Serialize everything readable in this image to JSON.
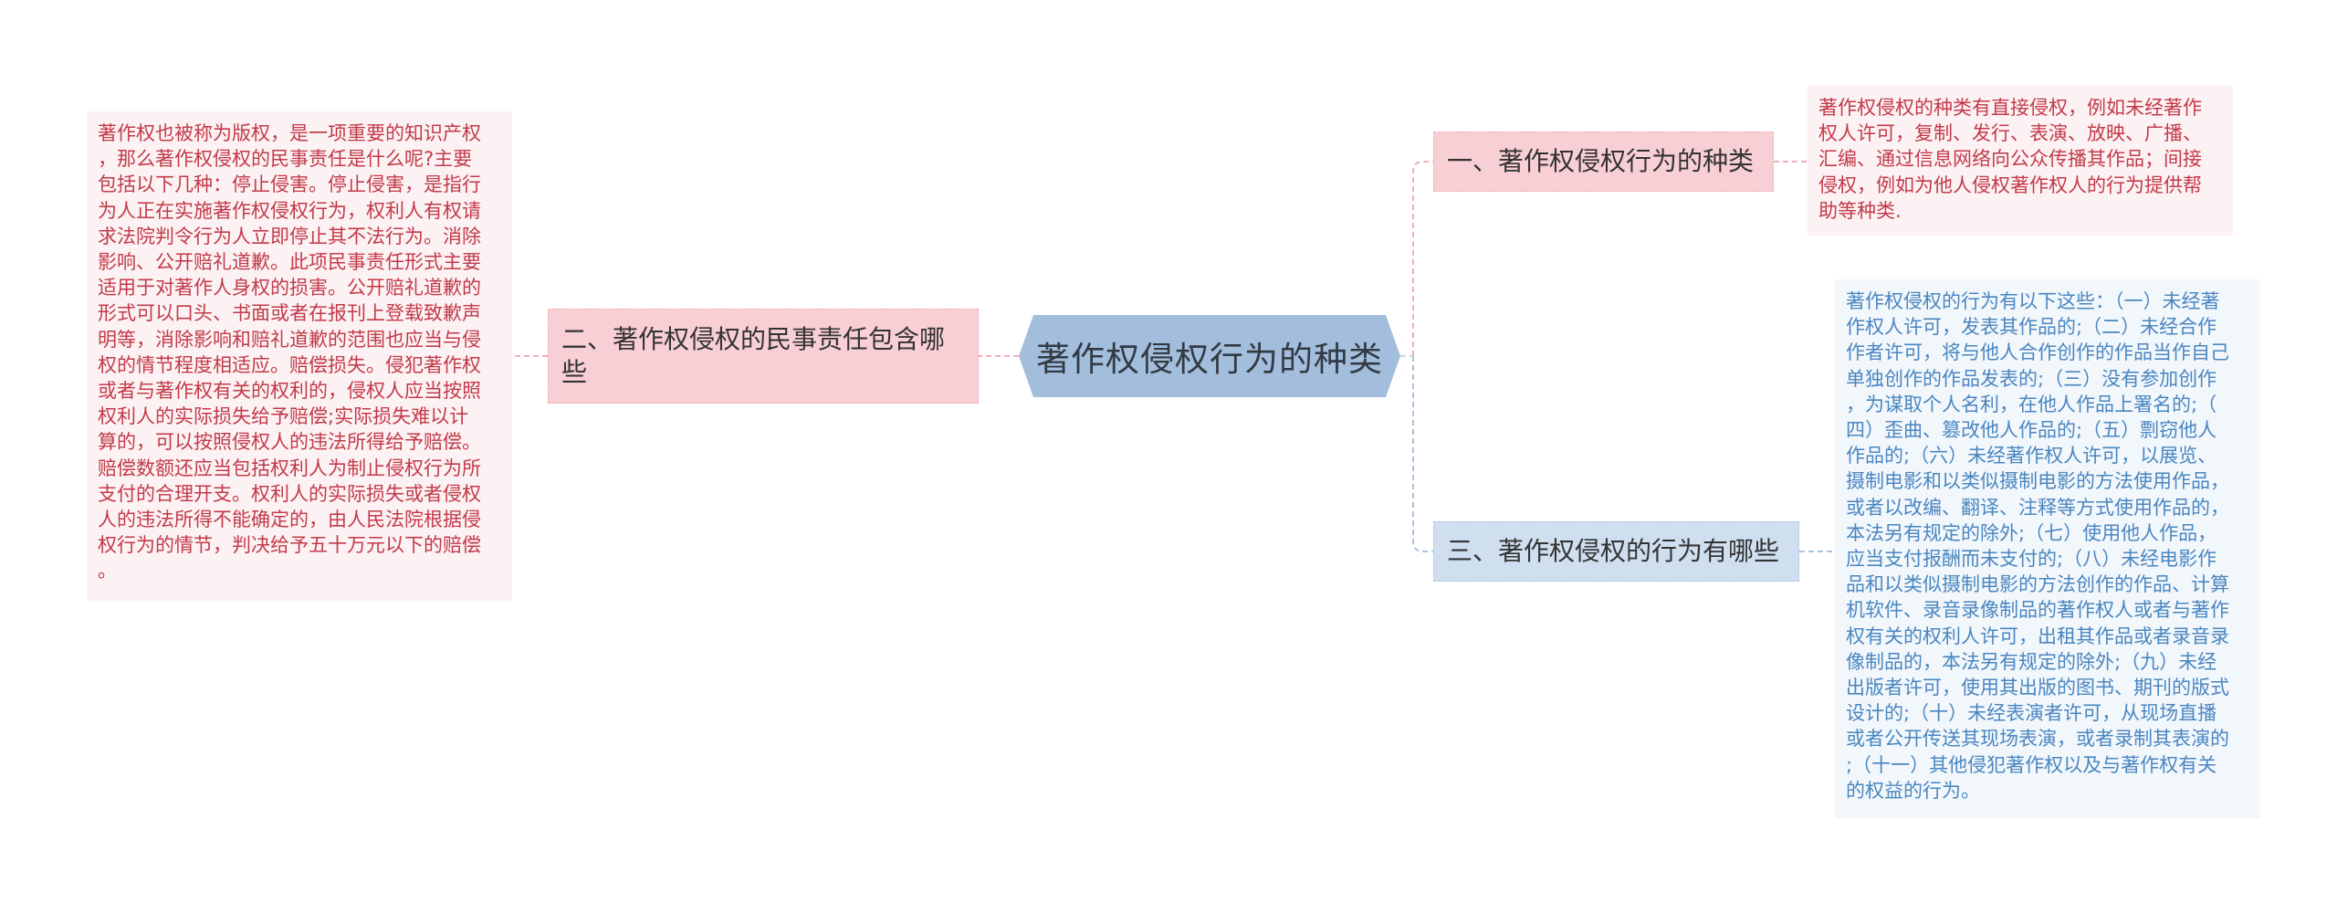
{
  "root": {
    "label": "著作权侵权行为的种类"
  },
  "branches": {
    "left": {
      "label": "二、著作权侵权的民事责任包含哪些"
    },
    "right1": {
      "label": "一、著作权侵权行为的种类"
    },
    "right3": {
      "label": "三、著作权侵权的行为有哪些"
    }
  },
  "leaves": {
    "left": "著作权也被称为版权，是一项重要的知识产权\n，那么著作权侵权的民事责任是什么呢?主要\n包括以下几种：停止侵害。停止侵害，是指行\n为人正在实施著作权侵权行为，权利人有权请\n求法院判令行为人立即停止其不法行为。消除\n影响、公开赔礼道歉。此项民事责任形式主要\n适用于对著作人身权的损害。公开赔礼道歉的\n形式可以口头、书面或者在报刊上登载致歉声\n明等，消除影响和赔礼道歉的范围也应当与侵\n权的情节程度相适应。赔偿损失。侵犯著作权\n或者与著作权有关的权利的，侵权人应当按照\n权利人的实际损失给予赔偿;实际损失难以计\n算的，可以按照侵权人的违法所得给予赔偿。\n赔偿数额还应当包括权利人为制止侵权行为所\n支付的合理开支。权利人的实际损失或者侵权\n人的违法所得不能确定的，由人民法院根据侵\n权行为的情节，判决给予五十万元以下的赔偿\n。",
    "right1": "著作权侵权的种类有直接侵权，例如未经著作\n权人许可，复制、发行、表演、放映、广播、\n汇编、通过信息网络向公众传播其作品；间接\n侵权，例如为他人侵权著作权人的行为提供帮\n助等种类.",
    "right3": "著作权侵权的行为有以下这些：（一）未经著\n作权人许可，发表其作品的;（二）未经合作\n作者许可，将与他人合作创作的作品当作自己\n单独创作的作品发表的;（三）没有参加创作\n，为谋取个人名利，在他人作品上署名的;（\n四）歪曲、篡改他人作品的;（五）剽窃他人\n作品的;（六）未经著作权人许可，以展览、\n摄制电影和以类似摄制电影的方法使用作品，\n或者以改编、翻译、注释等方式使用作品的，\n本法另有规定的除外;（七）使用他人作品，\n应当支付报酬而未支付的;（八）未经电影作\n品和以类似摄制电影的方法创作的作品、计算\n机软件、录音录像制品的著作权人或者与著作\n权有关的权利人许可，出租其作品或者录音录\n像制品的，本法另有规定的除外;（九）未经\n出版者许可，使用其出版的图书、期刊的版式\n设计的;（十）未经表演者许可，从现场直播\n或者公开传送其现场表演，或者录制其表演的\n;（十一）其他侵犯著作权以及与著作权有关\n的权益的行为。"
  },
  "colors": {
    "root_fill": "#a2bedc",
    "pink_fill": "#f8cfd4",
    "blue_fill": "#cfdff0",
    "pink_text": "#c23a4a",
    "blue_text": "#4a86c0"
  }
}
